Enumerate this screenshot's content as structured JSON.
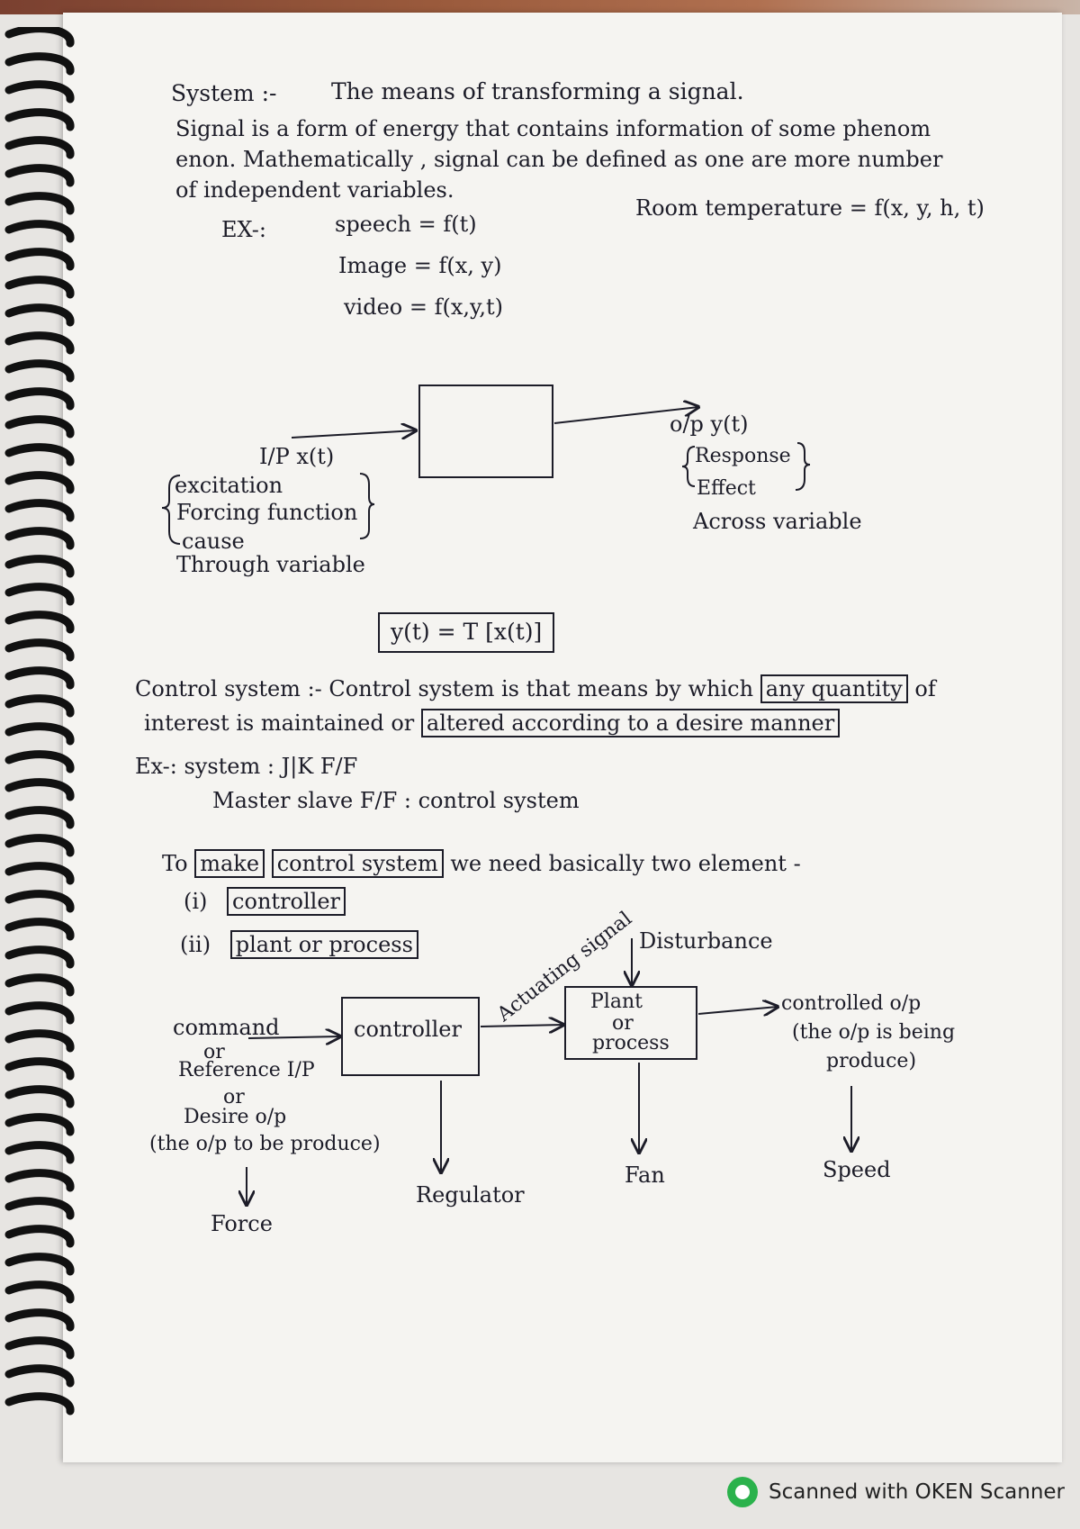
{
  "notes": {
    "system_heading": "System :-",
    "system_def": "The means of transforming a signal.",
    "signal_line1": "Signal is a form of energy that contains information of some phenom",
    "signal_line2": "enon. Mathematically , signal can be defined as one are more number",
    "signal_line3": "of independent variables.",
    "ex_label": "EX-:",
    "ex_speech": "speech = f(t)",
    "ex_image": "Image = f(x, y)",
    "ex_video": "video = f(x,y,t)",
    "ex_room": "Room temperature = f(x, y, h, t)",
    "ip_label": "I/P   x(t)",
    "ip_excitation": "excitation",
    "ip_forcing": "Forcing function",
    "ip_cause": "cause",
    "ip_through": "Through variable",
    "op_label": "o/p  y(t)",
    "op_response": "Response",
    "op_effect": "Effect",
    "op_across": "Across variable",
    "equation": "y(t) = T [x(t)]",
    "cs_line1_a": "Control system :- Control system is that means by which",
    "cs_line1_box": "any quantity",
    "cs_line1_b": "of",
    "cs_line2_a": "interest is maintained or",
    "cs_line2_box": "altered according to a desire manner",
    "cs_ex": "Ex-: system : J|K F/F",
    "cs_ex2": "Master slave F/F : control system",
    "make_a": "To",
    "make_box1": "make",
    "make_box2": "control system",
    "make_b": "we need basically two element -",
    "elem1_num": "(i)",
    "elem1": "controller",
    "elem2_num": "(ii)",
    "elem2": "plant or process",
    "blk_disturbance": "Disturbance",
    "blk_actuating": "Actuating signal",
    "blk_command1": "command",
    "blk_command2": "or",
    "blk_command3": "Reference I/P",
    "blk_command4": "or",
    "blk_command5": "Desire o/p",
    "blk_command6": "(the o/p to be produce)",
    "blk_controller": "controller",
    "blk_plant1": "Plant",
    "blk_plant2": "or",
    "blk_plant3": "process",
    "blk_out1": "controlled o/p",
    "blk_out2": "(the o/p is being",
    "blk_out3": "produce)",
    "ex_force": "Force",
    "ex_regulator": "Regulator",
    "ex_fan": "Fan",
    "ex_speed": "Speed"
  },
  "footer": {
    "scanner_text": "Scanned with OKEN Scanner"
  },
  "colors": {
    "ink": "#1c1c28",
    "paper": "#f5f4f1",
    "logo_green": "#2bb24c"
  }
}
